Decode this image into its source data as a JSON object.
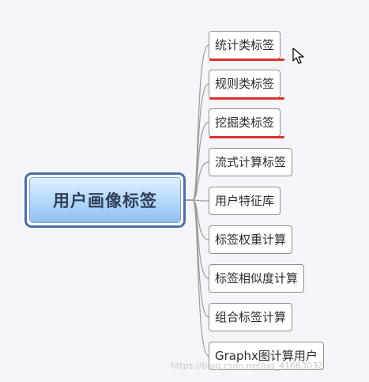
{
  "root": {
    "label": "用户画像标签"
  },
  "nodes": [
    {
      "label": "统计类标签",
      "marked": true
    },
    {
      "label": "规则类标签",
      "marked": true
    },
    {
      "label": "挖掘类标签",
      "marked": true
    },
    {
      "label": "流式计算标签",
      "marked": false
    },
    {
      "label": "用户特征库",
      "marked": false
    },
    {
      "label": "标签权重计算",
      "marked": false
    },
    {
      "label": "标签相似度计算",
      "marked": false
    },
    {
      "label": "组合标签计算",
      "marked": false
    },
    {
      "label": "Graphx图计算用户",
      "marked": false
    }
  ],
  "watermark": "https://blog.csdn.net/qq_41663032",
  "colors": {
    "connector": "#9a9a9a",
    "highlight": "#e0302d",
    "root_border": "#4e6ea6"
  },
  "icons": {
    "cursor": "arrow-cursor-icon"
  }
}
